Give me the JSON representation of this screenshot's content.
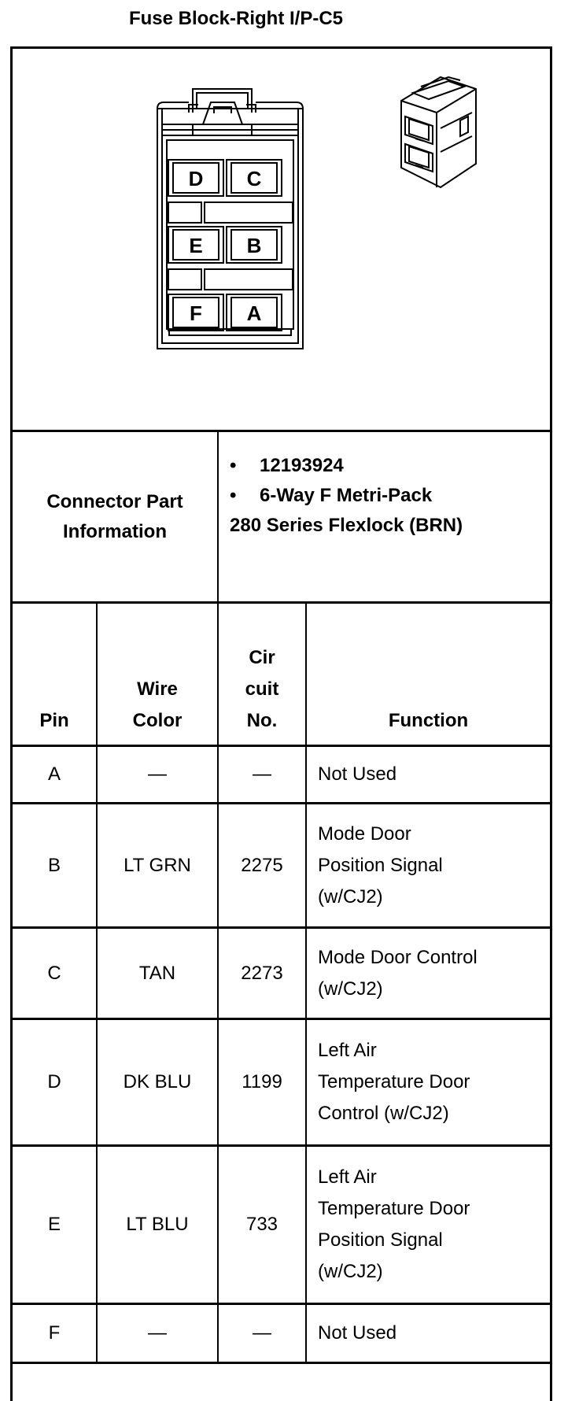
{
  "title": "Fuse Block-Right I/P-C5",
  "connector": {
    "label": "Connector Part Information",
    "label_lines": [
      "Connector Part",
      "Information"
    ],
    "part_number": "12193924",
    "description_line1": "6-Way F Metri-Pack",
    "description_line2": "280 Series Flexlock (BRN)",
    "cavity_labels": [
      "D",
      "C",
      "E",
      "B",
      "F",
      "A"
    ]
  },
  "table": {
    "headers": {
      "pin": "Pin",
      "wire_color": [
        "Wire",
        "Color"
      ],
      "circuit_no": [
        "Cir",
        "cuit",
        "No."
      ],
      "function": "Function"
    },
    "rows": [
      {
        "pin": "A",
        "wire_color": "—",
        "circuit": "—",
        "function": [
          "Not Used"
        ]
      },
      {
        "pin": "B",
        "wire_color": "LT GRN",
        "circuit": "2275",
        "function": [
          "Mode Door",
          "Position Signal",
          "(w/CJ2)"
        ]
      },
      {
        "pin": "C",
        "wire_color": "TAN",
        "circuit": "2273",
        "function": [
          "Mode Door Control",
          "(w/CJ2)"
        ]
      },
      {
        "pin": "D",
        "wire_color": "DK BLU",
        "circuit": "1199",
        "function": [
          "Left Air",
          "Temperature Door",
          "Control (w/CJ2)"
        ]
      },
      {
        "pin": "E",
        "wire_color": "LT BLU",
        "circuit": "733",
        "function": [
          "Left Air",
          "Temperature Door",
          "Position Signal",
          "(w/CJ2)"
        ]
      },
      {
        "pin": "F",
        "wire_color": "—",
        "circuit": "—",
        "function": [
          "Not Used"
        ]
      }
    ]
  }
}
